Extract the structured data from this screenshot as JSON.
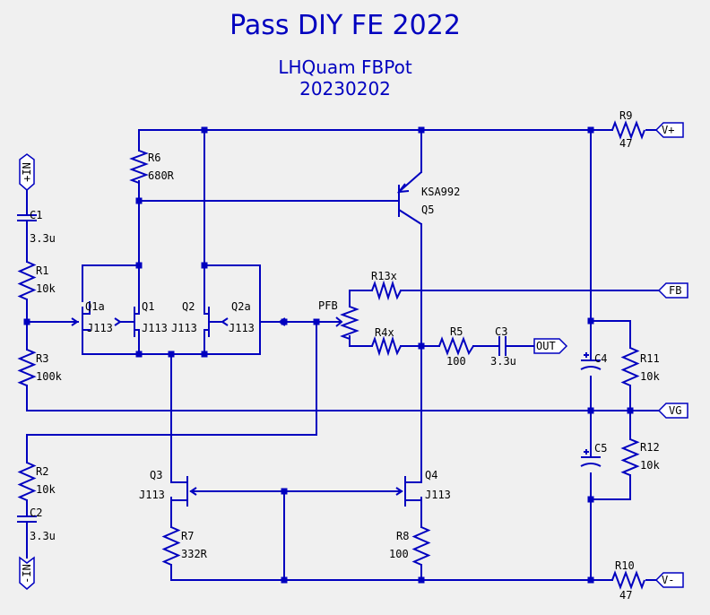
{
  "title": "Pass DIY FE 2022",
  "subtitle": "LHQuam FBPot",
  "date": "20230202",
  "ports": {
    "plus_in": "+IN",
    "minus_in": "-IN",
    "v_plus": "V+",
    "v_minus": "V-",
    "fb": "FB",
    "out": "OUT",
    "vg": "VG"
  },
  "components": {
    "c1": {
      "ref": "C1",
      "value": "3.3u"
    },
    "r1": {
      "ref": "R1",
      "value": "10k"
    },
    "r3": {
      "ref": "R3",
      "value": "100k"
    },
    "r2": {
      "ref": "R2",
      "value": "10k"
    },
    "c2": {
      "ref": "C2",
      "value": "3.3u"
    },
    "r6": {
      "ref": "R6",
      "value": "680R"
    },
    "q1a": {
      "ref": "Q1a",
      "value": "J113"
    },
    "q1": {
      "ref": "Q1",
      "value": "J113"
    },
    "q2": {
      "ref": "Q2",
      "value": "J113"
    },
    "q2a": {
      "ref": "Q2a",
      "value": "J113"
    },
    "q5": {
      "ref": "Q5",
      "value": "KSA992"
    },
    "pfb": {
      "ref": "PFB"
    },
    "r13x": {
      "ref": "R13x"
    },
    "r4x": {
      "ref": "R4x"
    },
    "r5": {
      "ref": "R5",
      "value": "100"
    },
    "c3": {
      "ref": "C3",
      "value": "3.3u"
    },
    "r9": {
      "ref": "R9",
      "value": "47"
    },
    "r10": {
      "ref": "R10",
      "value": "47"
    },
    "c4": {
      "ref": "C4"
    },
    "c5": {
      "ref": "C5"
    },
    "r11": {
      "ref": "R11",
      "value": "10k"
    },
    "r12": {
      "ref": "R12",
      "value": "10k"
    },
    "q3": {
      "ref": "Q3",
      "value": "J113"
    },
    "q4": {
      "ref": "Q4",
      "value": "J113"
    },
    "r7": {
      "ref": "R7",
      "value": "332R"
    },
    "r8": {
      "ref": "R8",
      "value": "100"
    }
  },
  "colors": {
    "wire": "#0000bf",
    "background": "#f0f0f0"
  }
}
